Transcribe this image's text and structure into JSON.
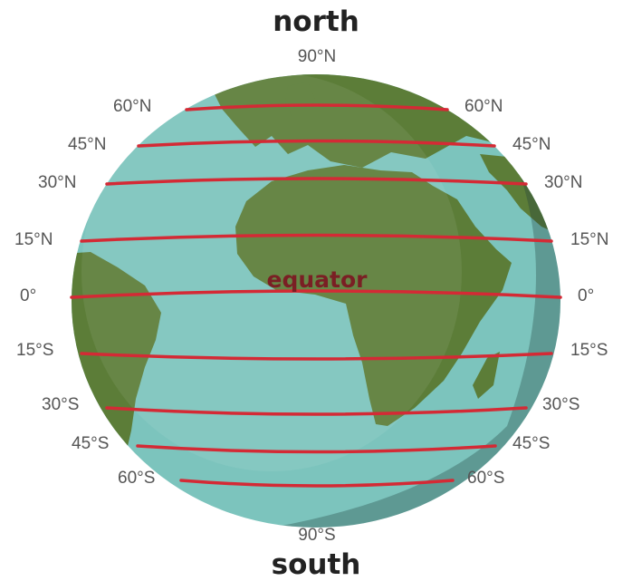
{
  "titles": {
    "north": "north",
    "south": "south"
  },
  "equator_label": "equator",
  "latitudes": [
    {
      "id": "90n",
      "label": "90°N"
    },
    {
      "id": "60n",
      "label": "60°N"
    },
    {
      "id": "45n",
      "label": "45°N"
    },
    {
      "id": "30n",
      "label": "30°N"
    },
    {
      "id": "15n",
      "label": "15°N"
    },
    {
      "id": "0",
      "label": "0°"
    },
    {
      "id": "15s",
      "label": "15°S"
    },
    {
      "id": "30s",
      "label": "30°S"
    },
    {
      "id": "45s",
      "label": "45°S"
    },
    {
      "id": "60s",
      "label": "60°S"
    },
    {
      "id": "90s",
      "label": "90°S"
    }
  ],
  "colors": {
    "ocean": "#7cc4bd",
    "ocean_shade": "#4b8c86",
    "land": "#5c7d38",
    "land_shade": "#3f5a28",
    "latitude_lines": "#d42a35",
    "equator_text": "#7a1f24",
    "label_text": "#555555",
    "title_text": "#222222"
  }
}
